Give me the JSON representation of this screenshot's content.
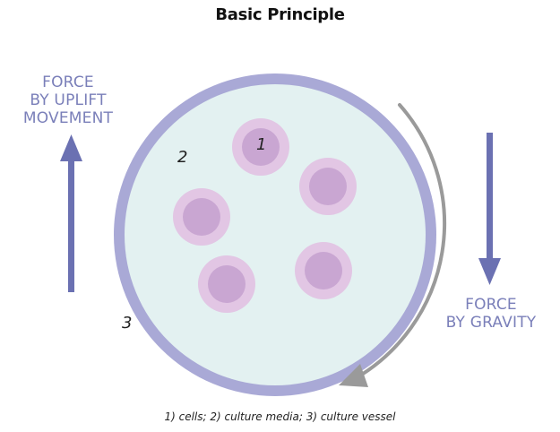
{
  "title": "Basic Principle",
  "force_up": {
    "lines": [
      "FORCE",
      "BY UPLIFT",
      "MOVEMENT"
    ]
  },
  "force_down": {
    "lines": [
      "FORCE",
      "BY GRAVITY"
    ]
  },
  "labels": {
    "cells": "1",
    "culture_media": "2",
    "culture_vessel": "3"
  },
  "caption": "1) cells; 2) culture media; 3) culture vessel",
  "colors": {
    "vessel_ring": "#a9a9d6",
    "media_fill": "#e3f1f1",
    "cell_outer": "#e2c6e4",
    "cell_inner": "#c9a6d2",
    "arrow": "#6b71b2",
    "rotation_arrow": "#9a9a9a",
    "label_text": "#7a7fb9"
  }
}
